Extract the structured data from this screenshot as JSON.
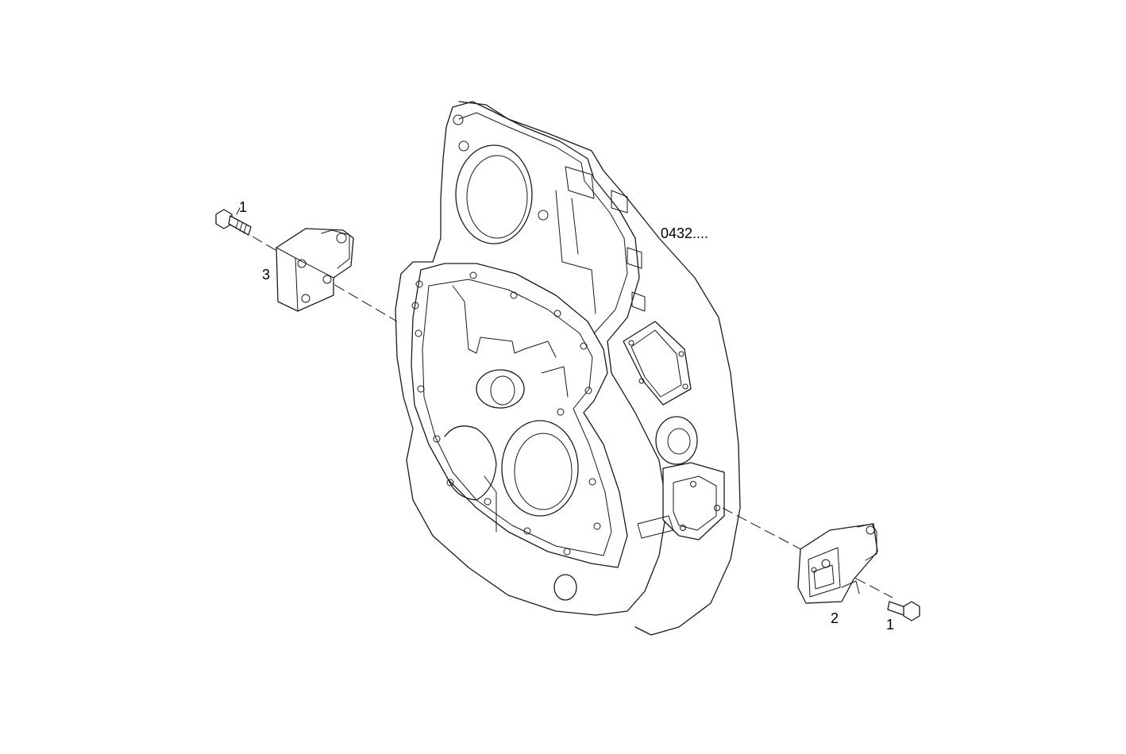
{
  "diagram": {
    "reference_code": "0432....",
    "callouts": {
      "screw_left": "1",
      "cover_left": "3",
      "cover_right": "2",
      "screw_right": "1"
    }
  },
  "colors": {
    "line": "#1a1a1a",
    "background": "#ffffff"
  }
}
